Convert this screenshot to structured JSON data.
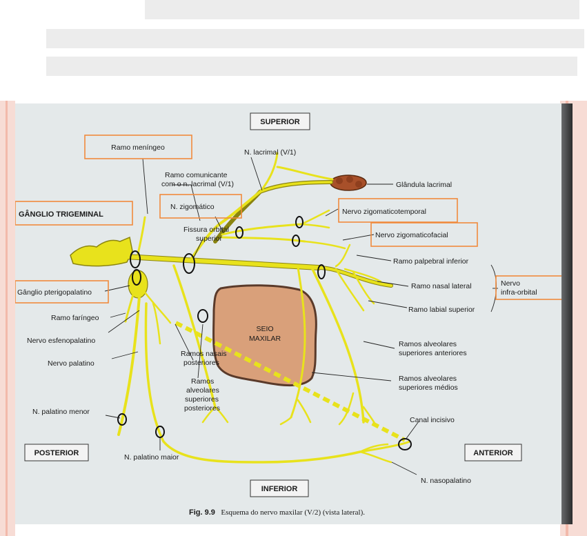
{
  "caption": {
    "fig": "Fig. 9.9",
    "text": "Esquema do nervo maxilar (V/2) (vista lateral)."
  },
  "directions": {
    "superior": "SUPERIOR",
    "inferior": "INFERIOR",
    "posterior": "POSTERIOR",
    "anterior": "ANTERIOR"
  },
  "sinus": {
    "line1": "SEIO",
    "line2": "MAXILAR"
  },
  "labels": {
    "ramo_meningeo": "Ramo meníngeo",
    "n_lacrimal": "N. lacrimal (V/1)",
    "ramo_comunicante_1": "Ramo comunicante",
    "ramo_comunicante_2": "com o n. lacrimal (V/1)",
    "glandula_lacrimal": "Glândula lacrimal",
    "ganglio_trigeminal": "GÂNGLIO TRIGEMINAL",
    "n_zigomatico": "N. zigomático",
    "nervo_zigomaticotemporal": "Nervo zigomaticotemporal",
    "fissura_1": "Fissura orbital",
    "fissura_2": "superior",
    "nervo_zigomaticofacial": "Nervo zigomaticofacial",
    "ramo_palpebral": "Ramo palpebral inferior",
    "ganglio_pterigopalatino": "Gânglio pterigopalatino",
    "ramo_nasal_lateral": "Ramo nasal lateral",
    "nervo_infraorbital_1": "Nervo",
    "nervo_infraorbital_2": "infra-orbital",
    "ramo_faringeo": "Ramo faríngeo",
    "ramo_labial": "Ramo labial superior",
    "nervo_esfenopalatino": "Nervo esfenopalatino",
    "ramos_nasais_1": "Ramos nasais",
    "ramos_nasais_2": "posteriores",
    "ramos_alv_ant_1": "Ramos alveolares",
    "ramos_alv_ant_2": "superiores anteriores",
    "nervo_palatino": "Nervo palatino",
    "ramos_alv_post_1": "Ramos",
    "ramos_alv_post_2": "alveolares",
    "ramos_alv_post_3": "superiores",
    "ramos_alv_post_4": "posteriores",
    "ramos_alv_med_1": "Ramos alveolares",
    "ramos_alv_med_2": "superiores médios",
    "n_palatino_menor": "N. palatino menor",
    "canal_incisivo": "Canal incisivo",
    "n_palatino_maior": "N. palatino maior",
    "n_nasopalatino": "N. nasopalatino"
  },
  "colors": {
    "nerve": "#e8e21c",
    "highlight_box": "#f08a3c",
    "sinus": "#d9a07a",
    "gland": "#a8502a"
  }
}
